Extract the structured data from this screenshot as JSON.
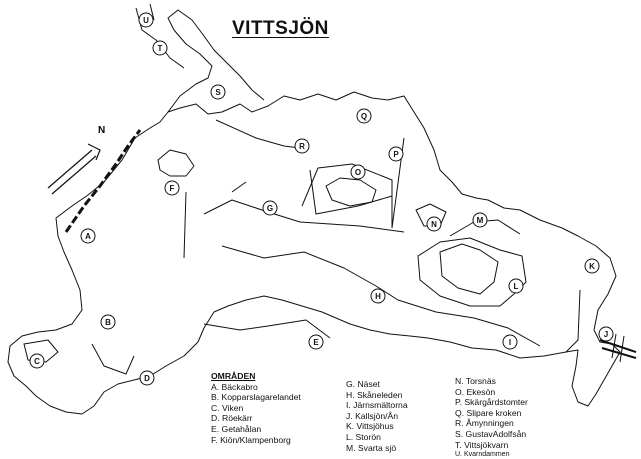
{
  "map": {
    "title": "VITTSJÖN",
    "north_label": "N",
    "legend_heading": "OMRÅDEN",
    "legend": [
      {
        "letter": "A",
        "text": "A. Bäckabro"
      },
      {
        "letter": "B",
        "text": "B. Kopparslagarelandet"
      },
      {
        "letter": "C",
        "text": "C. Viken"
      },
      {
        "letter": "D",
        "text": "D. Röekärr"
      },
      {
        "letter": "E",
        "text": "E. Getahålan"
      },
      {
        "letter": "F",
        "text": "F. Kiön/Klampenborg"
      },
      {
        "letter": "G",
        "text": "G. Näset"
      },
      {
        "letter": "H",
        "text": "H. Skåneleden"
      },
      {
        "letter": "I",
        "text": "I. Järnsmältorna"
      },
      {
        "letter": "J",
        "text": "J. Kallsjön/Ån"
      },
      {
        "letter": "K",
        "text": "K. Vittsjöhus"
      },
      {
        "letter": "L",
        "text": "L. Storön"
      },
      {
        "letter": "M",
        "text": "M. Svarta sjö"
      },
      {
        "letter": "N",
        "text": "N. Torsnäs"
      },
      {
        "letter": "O",
        "text": "O. Ekesön"
      },
      {
        "letter": "P",
        "text": "P. Skärgårdstomter"
      },
      {
        "letter": "Q",
        "text": "Q. Slipare kroken"
      },
      {
        "letter": "R",
        "text": "R. Åmynningen"
      },
      {
        "letter": "S",
        "text": "S. GustavAdolfsån"
      },
      {
        "letter": "T",
        "text": "T. Vittsjökvarn"
      },
      {
        "letter": "U",
        "text": "U. Kvarndammen"
      }
    ],
    "markers": [
      "A",
      "B",
      "C",
      "D",
      "E",
      "F",
      "G",
      "H",
      "I",
      "J",
      "K",
      "L",
      "M",
      "N",
      "O",
      "P",
      "Q",
      "R",
      "S",
      "T",
      "U"
    ]
  }
}
